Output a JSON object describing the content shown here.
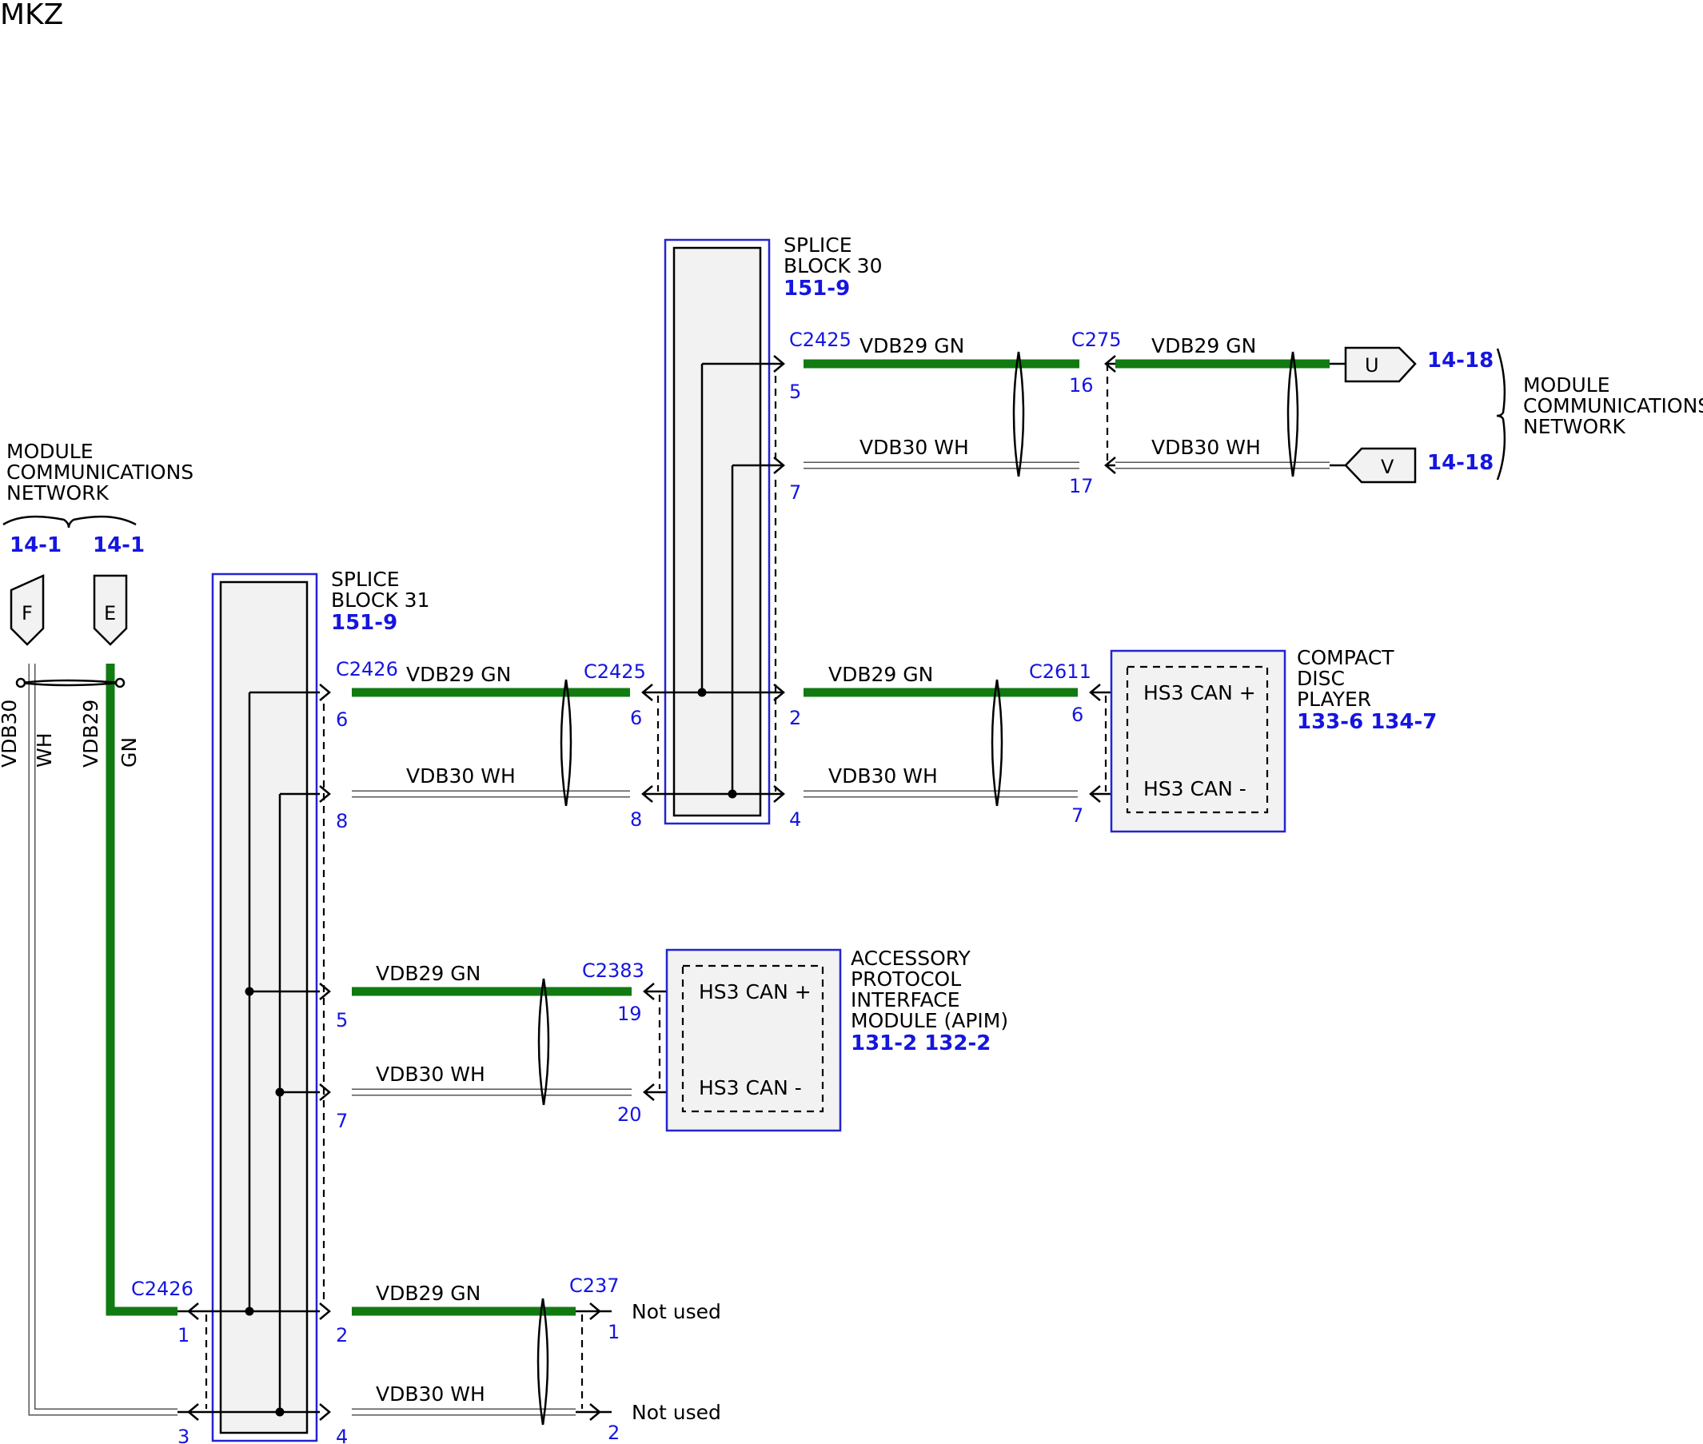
{
  "title": "MKZ",
  "networks": {
    "left": {
      "lines": [
        "MODULE",
        "COMMUNICATIONS",
        "NETWORK"
      ],
      "refs": [
        "14-1",
        "14-1"
      ]
    },
    "right": {
      "lines": [
        "MODULE",
        "COMMUNICATIONS",
        "NETWORK"
      ]
    }
  },
  "splice_blocks": [
    {
      "lines": [
        "SPLICE",
        "BLOCK 30"
      ],
      "ref": "151-9"
    },
    {
      "lines": [
        "SPLICE",
        "BLOCK 31"
      ],
      "ref": "151-9"
    }
  ],
  "modules": {
    "cd": {
      "lines": [
        "COMPACT",
        "DISC",
        "PLAYER"
      ],
      "ref": "133-6 134-7",
      "pins": [
        "HS3 CAN +",
        "HS3 CAN -"
      ]
    },
    "apim": {
      "lines": [
        "ACCESSORY",
        "PROTOCOL",
        "INTERFACE",
        "MODULE (APIM)"
      ],
      "ref": "131-2 132-2",
      "pins": [
        "HS3 CAN +",
        "HS3 CAN -"
      ]
    }
  },
  "wires": {
    "gn": "VDB29  GN",
    "wh": "VDB30  WH",
    "vdb29": "VDB29",
    "vdb30": "VDB30",
    "gn_short": "GN",
    "wh_short": "WH"
  },
  "connectors": {
    "c2425_top": "C2425",
    "c275": "C275",
    "c2426_mid": "C2426",
    "c2425_mid": "C2425",
    "c2611": "C2611",
    "c2383": "C2383",
    "c2426_bot": "C2426",
    "c237": "C237"
  },
  "pins": {
    "p5a": "5",
    "p7a": "7",
    "p16": "16",
    "p17": "17",
    "p6a": "6",
    "p8a": "8",
    "p6b": "6",
    "p8b": "8",
    "p2a": "2",
    "p4a": "4",
    "p6c": "6",
    "p7c": "7",
    "p5b": "5",
    "p7b": "7",
    "p19": "19",
    "p20": "20",
    "p1a": "1",
    "p3a": "3",
    "p2b": "2",
    "p4b": "4",
    "p1b": "1",
    "p2c": "2"
  },
  "terminals": {
    "u": "U",
    "v": "V",
    "f": "F",
    "e": "E",
    "ref_u": "14-18",
    "ref_v": "14-18"
  },
  "not_used": "Not used",
  "colors": {
    "green_wire": "#117a11",
    "ref_blue": "#1515e0",
    "block_border": "#2424d0"
  }
}
